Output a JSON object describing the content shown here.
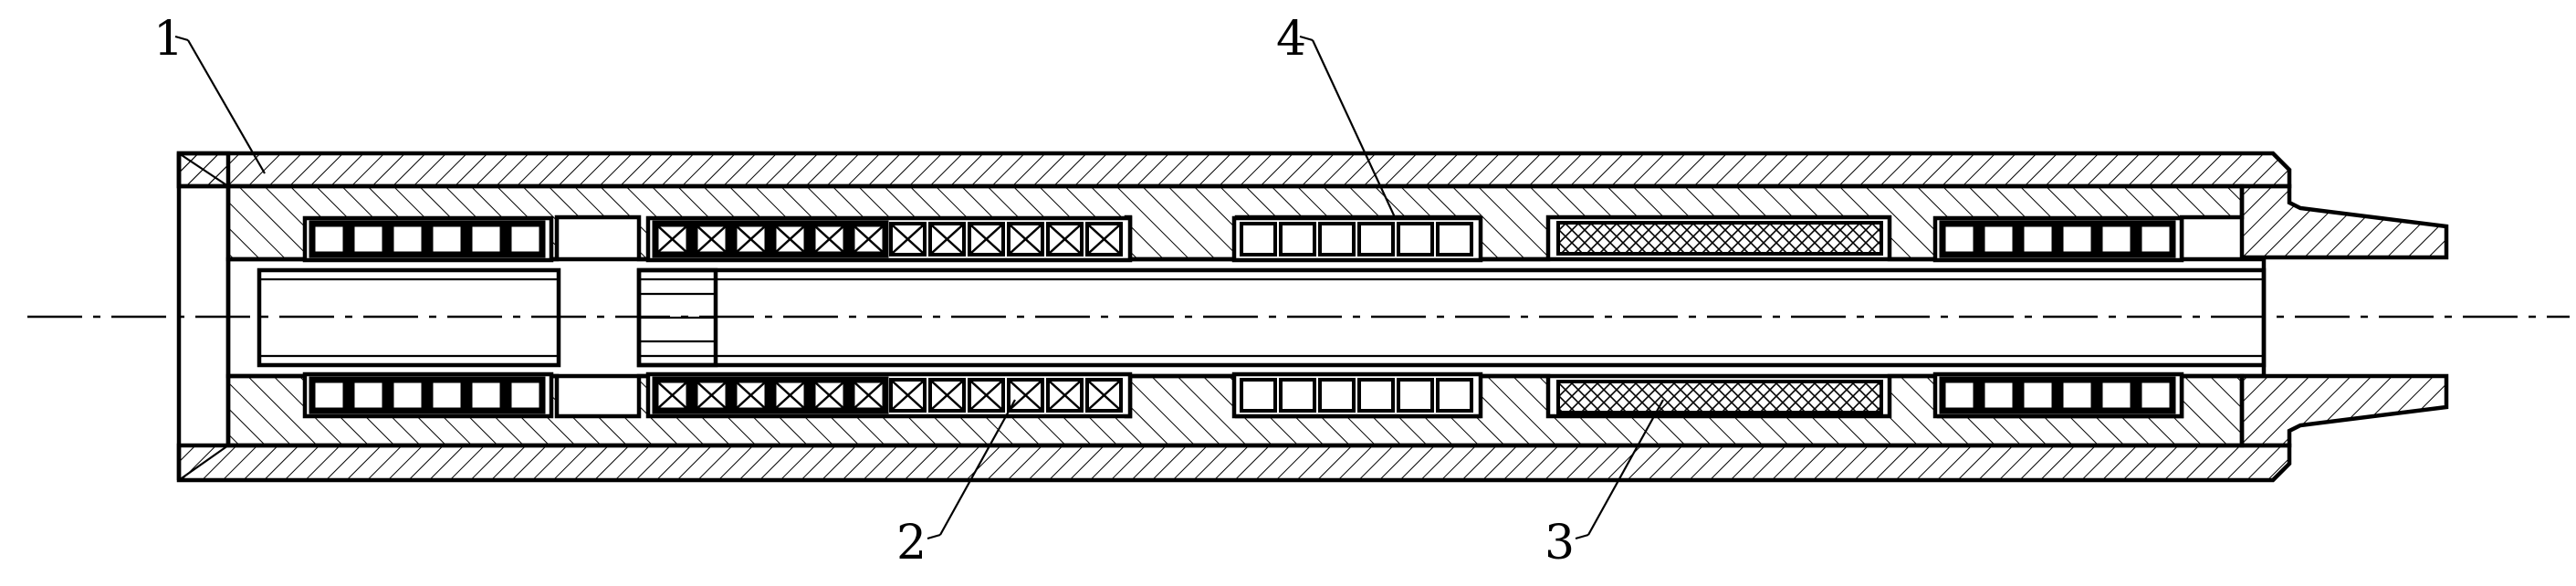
{
  "labels": {
    "part1": "1",
    "part2": "2",
    "part3": "3",
    "part4": "4"
  },
  "colors": {
    "line": "#000000",
    "background": "#ffffff"
  }
}
